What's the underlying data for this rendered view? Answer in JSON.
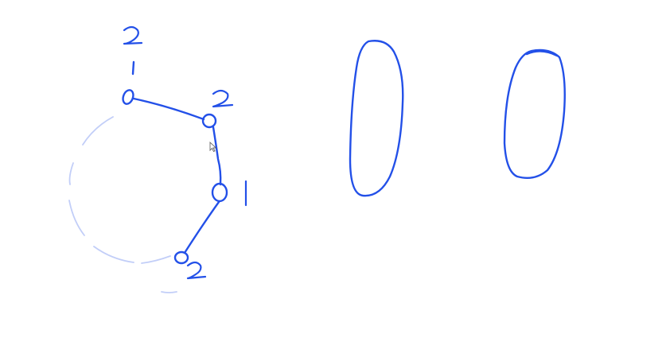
{
  "canvas": {
    "background": "#ffffff",
    "ink_color": "#2350e8",
    "faded_ink_color": "#8fa6f2"
  },
  "diagram": {
    "node_labels": [
      "2",
      "2",
      "1",
      "2"
    ],
    "nodes": [
      {
        "id": "node-top",
        "label": "2"
      },
      {
        "id": "node-upper-right",
        "label": "2"
      },
      {
        "id": "node-middle-right",
        "label": "1"
      },
      {
        "id": "node-bottom",
        "label": "2"
      }
    ],
    "shapes": [
      "dashed-circle",
      "chain-path",
      "left-oval",
      "right-oval"
    ],
    "cursor_icon": "mouse-pointer-icon"
  }
}
